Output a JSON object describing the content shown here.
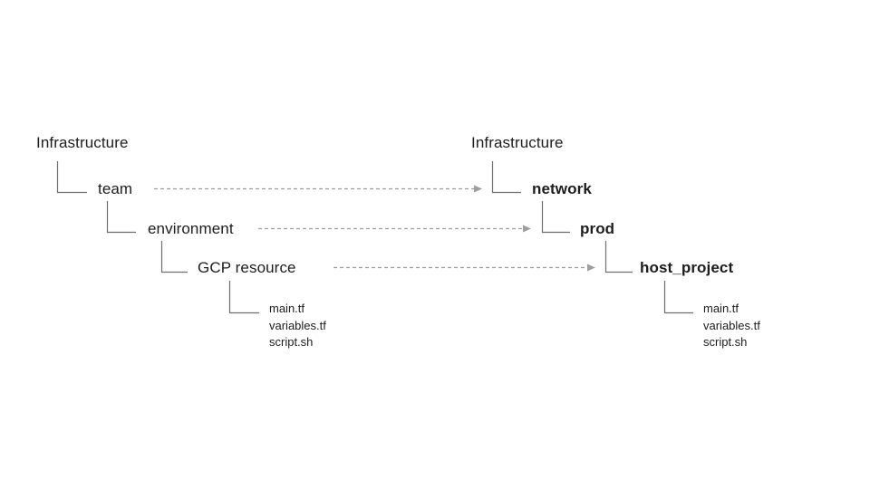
{
  "diagram": {
    "title_semantic": "terraform-directory-structure-mapping",
    "colors": {
      "background": "#ffffff",
      "text": "#1d1d1d",
      "tree_line": "#6e6e6e",
      "arrow": "#9e9e9e"
    },
    "left_tree": {
      "root": "Infrastructure",
      "nodes": [
        "team",
        "environment",
        "GCP resource"
      ],
      "files": [
        "main.tf",
        "variables.tf",
        "script.sh"
      ]
    },
    "right_tree": {
      "root": "Infrastructure",
      "nodes": [
        "network",
        "prod",
        "host_project"
      ],
      "files": [
        "main.tf",
        "variables.tf",
        "script.sh"
      ]
    },
    "arrows": [
      {
        "from": "team",
        "to": "network"
      },
      {
        "from": "environment",
        "to": "prod"
      },
      {
        "from": "GCP resource",
        "to": "host_project"
      }
    ]
  }
}
